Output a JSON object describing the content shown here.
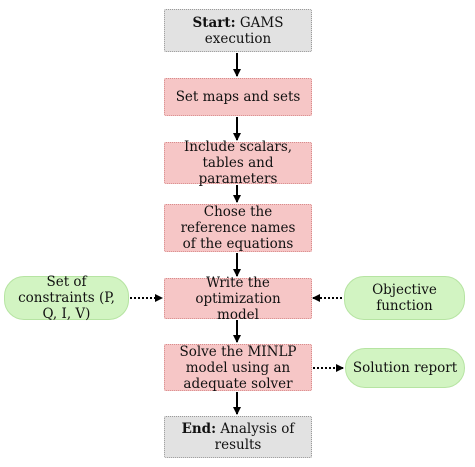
{
  "nodes": {
    "start": {
      "bold": "Start:",
      "text": "GAMS execution"
    },
    "set_maps": {
      "text": "Set maps and sets"
    },
    "include": {
      "text": "Include scalars, tables and parameters"
    },
    "chose": {
      "text": "Chose the reference names of the equations"
    },
    "write": {
      "text": "Write the optimization model"
    },
    "solve": {
      "text": "Solve the MINLP model using an adequate solver"
    },
    "end": {
      "bold": "End:",
      "text": "Analysis of results"
    },
    "constraints": {
      "text": "Set of constraints (P, Q, I, V)"
    },
    "objective": {
      "text": "Objective function"
    },
    "solution": {
      "text": "Solution report"
    }
  },
  "colors": {
    "terminal": "#e2e2e2",
    "process": "#f6c6c6",
    "side": "#d2f4c2"
  }
}
